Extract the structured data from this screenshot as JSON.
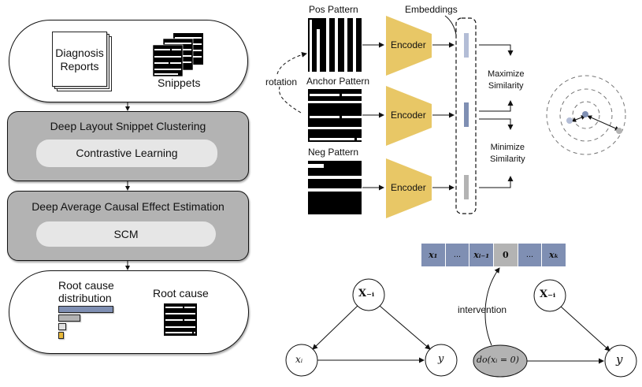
{
  "pipeline": {
    "input": {
      "document_label_line1": "Diagnosis",
      "document_label_line2": "Reports",
      "snippets_label": "Snippets"
    },
    "stage1": {
      "title": "Deep Layout Snippet Clustering",
      "method": "Contrastive Learning"
    },
    "stage2": {
      "title": "Deep Average Causal Effect Estimation",
      "method": "SCM"
    },
    "output": {
      "distribution_label_line1": "Root cause",
      "distribution_label_line2": "distribution",
      "root_cause_label": "Root cause",
      "distribution_bars": [
        {
          "value": 1.0,
          "color": "#7f8fb3"
        },
        {
          "value": 0.38,
          "color": "#b3b3b3"
        },
        {
          "value": 0.12,
          "color": "#e0e0e0"
        },
        {
          "value": 0.06,
          "color": "#e8b83a"
        }
      ]
    }
  },
  "contrastive": {
    "pos_label": "Pos Pattern",
    "anchor_label": "Anchor Pattern",
    "neg_label": "Neg Pattern",
    "rotation_label": "rotation",
    "encoder_label": "Encoder",
    "embeddings_label": "Embeddings",
    "maximize_line1": "Maximize",
    "maximize_line2": "Similarity",
    "minimize_line1": "Minimize",
    "minimize_line2": "Similarity",
    "colors": {
      "encoder": "#e8c766",
      "pos_embedding": "#b3bdd6",
      "anchor_embedding": "#7f8fb3",
      "neg_embedding": "#b3b3b3"
    }
  },
  "causal": {
    "vector_cells": [
      "x₁",
      "...",
      "xᵢ₋₁",
      "0",
      "...",
      "xₖ"
    ],
    "intervention_label": "intervention",
    "left_graph": {
      "top_node": "X₋ᵢ",
      "left_node": "xᵢ",
      "right_node": "y"
    },
    "right_graph": {
      "top_node": "X₋ᵢ",
      "do_node": "do(xᵢ = 0)",
      "right_node": "y"
    }
  }
}
